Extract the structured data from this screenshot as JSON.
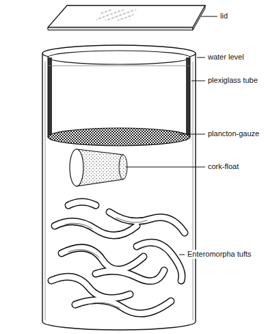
{
  "diagram": {
    "labels": [
      "lid",
      "water level",
      "plexiglass tube",
      "plancton-gauze",
      "cork-float",
      "Enteromorpha tufts"
    ]
  }
}
